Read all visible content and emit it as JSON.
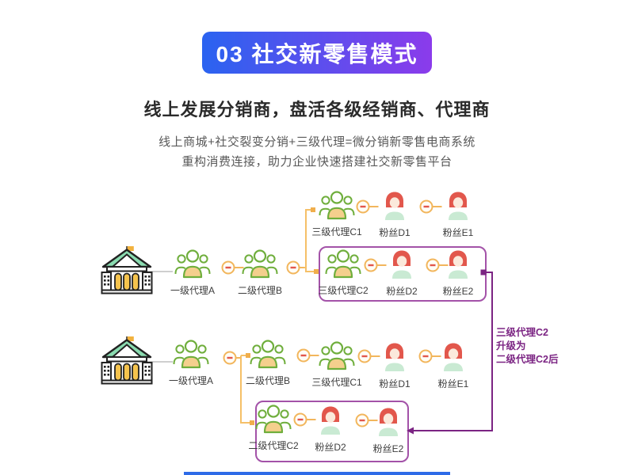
{
  "banner": {
    "label": "03 社交新零售模式"
  },
  "heading": {
    "title": "线上发展分销商，盘活各级经销商、代理商"
  },
  "subtitle": {
    "line1": "线上商城+社交裂变分销+三级代理=微分销新零售电商系统",
    "line2": "重构消费连接，助力企业快速搭建社交新零售平台"
  },
  "annotation": {
    "line1": "三级代理C2",
    "line2": "升级为",
    "line3": "二级代理C2后"
  },
  "diagram_top": {
    "nodes": [
      {
        "id": "hq1",
        "icon": "building",
        "label": ""
      },
      {
        "id": "t_a",
        "icon": "agent",
        "label": "一级代理A"
      },
      {
        "id": "t_b",
        "icon": "agent",
        "label": "二级代理B"
      },
      {
        "id": "t_c1",
        "icon": "agent",
        "label": "三级代理C1"
      },
      {
        "id": "t_d1",
        "icon": "fan",
        "label": "粉丝D1"
      },
      {
        "id": "t_e1",
        "icon": "fan",
        "label": "粉丝E1"
      },
      {
        "id": "t_c2",
        "icon": "agent",
        "label": "三级代理C2"
      },
      {
        "id": "t_d2",
        "icon": "fan",
        "label": "粉丝D2"
      },
      {
        "id": "t_e2",
        "icon": "fan",
        "label": "粉丝E2"
      }
    ]
  },
  "diagram_bottom": {
    "nodes": [
      {
        "id": "hq2",
        "icon": "building",
        "label": ""
      },
      {
        "id": "b_a",
        "icon": "agent",
        "label": "一级代理A"
      },
      {
        "id": "b_b",
        "icon": "agent",
        "label": "二级代理B"
      },
      {
        "id": "b_c1",
        "icon": "agent",
        "label": "三级代理C1"
      },
      {
        "id": "b_d1",
        "icon": "fan",
        "label": "粉丝D1"
      },
      {
        "id": "b_e1",
        "icon": "fan",
        "label": "粉丝E1"
      },
      {
        "id": "b_c2",
        "icon": "agent",
        "label": "二级代理C2"
      },
      {
        "id": "b_d2",
        "icon": "fan",
        "label": "粉丝D2"
      },
      {
        "id": "b_e2",
        "icon": "fan",
        "label": "粉丝E2"
      }
    ]
  },
  "colors": {
    "banner_gradient_left": "#2A63F0",
    "banner_gradient_right": "#8B3BEB",
    "agent_green": "#6FAE3C",
    "agent_body_tan": "#F4CF8D",
    "fan_hair_red": "#E2574C",
    "fan_face": "#FBE9DB",
    "fan_body_mint": "#C9EAD3",
    "connector_orange": "#F2B65C",
    "connector_minus_red": "#E2574C",
    "tree_line_yellow": "#F5C068",
    "marker_orange": "#F0AE4C",
    "gray_line": "#CFCFCF",
    "highlight_box_purple": "#A352A8",
    "upgrade_purple": "#7B2483",
    "building_roof_green": "#8ADBB0",
    "building_column_yellow": "#F5C34D",
    "title_text": "#2B2B2B",
    "subtitle_text": "#595959",
    "bottom_bar_blue": "#2E6BE8"
  }
}
